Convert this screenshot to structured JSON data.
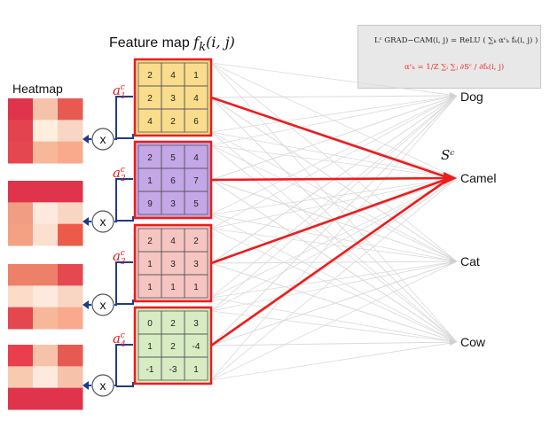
{
  "header": {
    "feature_map_prefix": "Feature map ",
    "feature_map_symbol": "f",
    "feature_map_sub": "k",
    "feature_map_args": "(i, j)",
    "heatmap_label": "Heatmap"
  },
  "formula": {
    "line1": "Lᶜ GRAD−CAM(i, j) = ReLU ( ∑ₖ αᶜₖ fₖ(i, j) )",
    "line2": "αᶜₖ = 1/Z ∑ᵢ ∑ⱼ ∂Sᶜ / ∂fₖ(i, j)"
  },
  "output_score": "Sᶜ",
  "classes": [
    "Dog",
    "Camel",
    "Cat",
    "Cow"
  ],
  "multiply_symbol": "x",
  "alpha_symbol": "a",
  "feature_maps": [
    {
      "alpha_sub": "1",
      "alpha_sup": "c",
      "fill": "#f9dc8c",
      "values": [
        [
          "2",
          "4",
          "1"
        ],
        [
          "2",
          "3",
          "4"
        ],
        [
          "4",
          "2",
          "6"
        ]
      ]
    },
    {
      "alpha_sub": "2",
      "alpha_sup": "c",
      "fill": "#c4a7e7",
      "values": [
        [
          "2",
          "5",
          "4"
        ],
        [
          "1",
          "6",
          "7"
        ],
        [
          "9",
          "3",
          "5"
        ]
      ]
    },
    {
      "alpha_sub": "3",
      "alpha_sup": "c",
      "fill": "#f6c5c2",
      "values": [
        [
          "2",
          "4",
          "2"
        ],
        [
          "1",
          "3",
          "3"
        ],
        [
          "1",
          "1",
          "1"
        ]
      ]
    },
    {
      "alpha_sub": "4",
      "alpha_sup": "c",
      "fill": "#d7ecc3",
      "values": [
        [
          "0",
          "2",
          "3"
        ],
        [
          "1",
          "2",
          "-4"
        ],
        [
          "-1",
          "-3",
          "1"
        ]
      ]
    }
  ],
  "heatmaps": [
    [
      "#e0344c",
      "#f6c3aa",
      "#e75a52",
      "#e3434f",
      "#fdeede",
      "#f9d6c4",
      "#e44750",
      "#f7b799",
      "#f9a98c"
    ],
    [
      "#e0344c",
      "#e0344c",
      "#e0344c",
      "#f09d83",
      "#fde9dd",
      "#f9d6c4",
      "#f4a183",
      "#fbe0d0",
      "#ec5b4a"
    ],
    [
      "#ee7f69",
      "#ee7f69",
      "#e5494f",
      "#fcdcc8",
      "#fde9dd",
      "#f9d6c4",
      "#e44750",
      "#f7b799",
      "#f9a98c"
    ],
    [
      "#e93e4e",
      "#f6c3aa",
      "#e75a52",
      "#f8cbb0",
      "#fde9dd",
      "#f6c3aa",
      "#e0344c",
      "#e0344c",
      "#e0344c"
    ]
  ],
  "colors": {
    "connection_red": "#ee1c1c",
    "multiply_wire": "#1f3b8a",
    "background_lines": "#dadada"
  }
}
